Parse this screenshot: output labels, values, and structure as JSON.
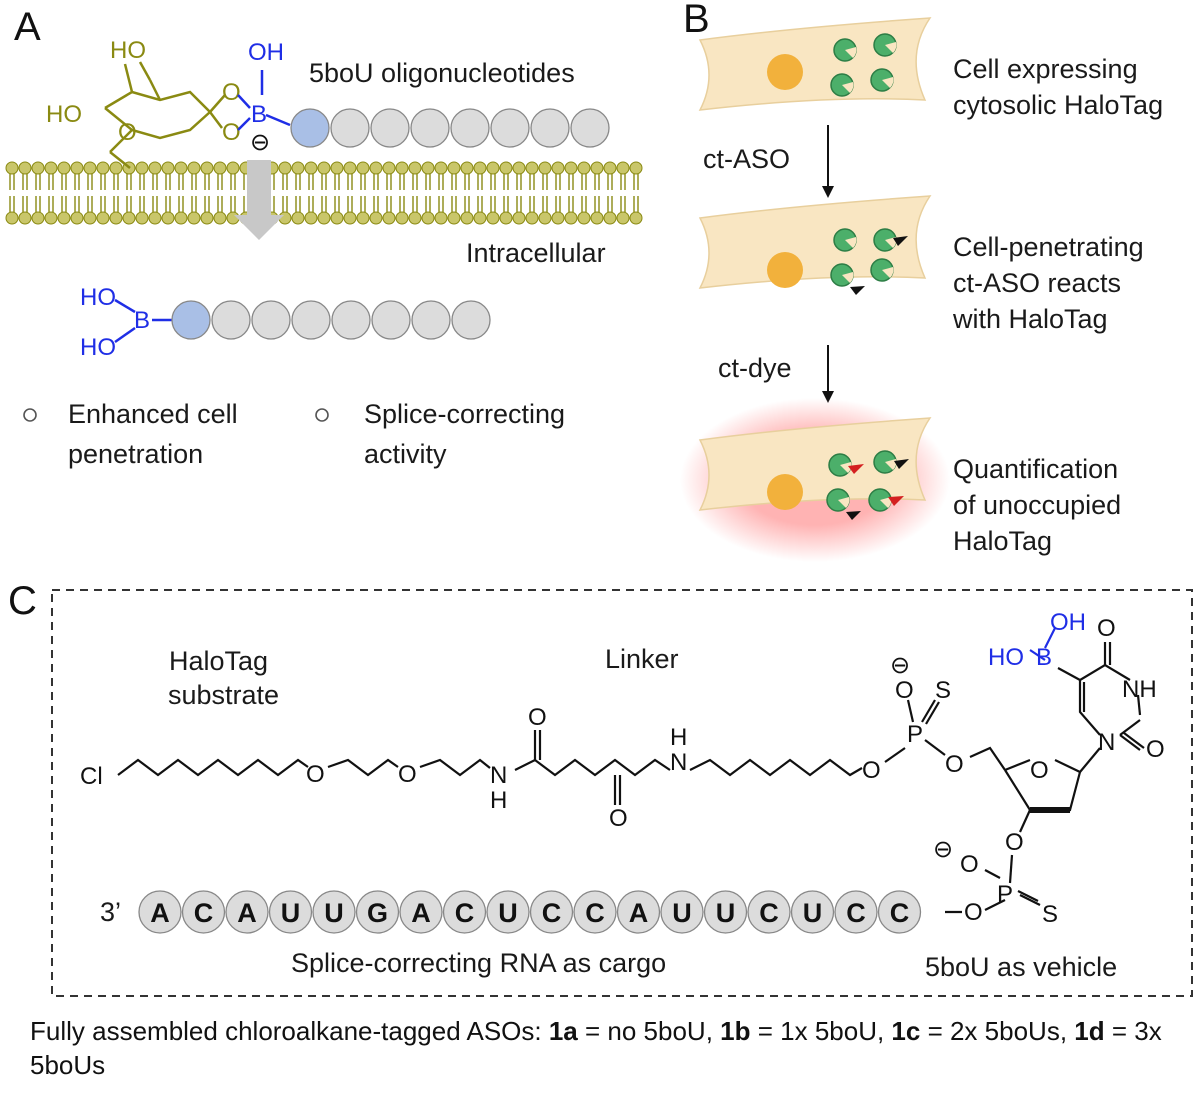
{
  "panels": {
    "a": "A",
    "b": "B",
    "c": "C"
  },
  "panel_a": {
    "title": "5boU oligonucleotides",
    "intracellular": "Intracellular",
    "sugar_oh_top": "HO",
    "sugar_oh_left": "HO",
    "boron_oh": "OH",
    "boron": "B",
    "charge": "⊖",
    "released_ho_top": "HO",
    "released_b": "B",
    "released_ho_bottom": "HO",
    "bullet1_line1": "Enhanced cell",
    "bullet1_line2": "penetration",
    "bullet2_line1": "Splice-correcting",
    "bullet2_line2": "activity"
  },
  "panel_b": {
    "cell1_line1": "Cell expressing",
    "cell1_line2": "cytosolic HaloTag",
    "arrow1": "ct-ASO",
    "cell2_line1": "Cell-penetrating",
    "cell2_line2": "ct-ASO reacts",
    "cell2_line3": "with HaloTag",
    "arrow2": "ct-dye",
    "cell3_line1": "Quantification",
    "cell3_line2": "of unoccupied",
    "cell3_line3": "HaloTag"
  },
  "panel_c": {
    "halotag_line1": "HaloTag",
    "halotag_line2": "substrate",
    "linker": "Linker",
    "cl": "Cl",
    "o1": "O",
    "o2": "O",
    "n1": "N",
    "h1": "H",
    "amide_o1": "O",
    "h2": "H",
    "n2": "N",
    "amide_o2": "O",
    "p_o_link": "O",
    "p1": "P",
    "p1_o": "O",
    "p1_s": "S",
    "p1_charge": "⊖",
    "o5": "O",
    "ring_o": "O",
    "n_base": "N",
    "base_o_top": "O",
    "base_nh": "NH",
    "base_o_right": "O",
    "b_ho": "HO",
    "b_b": "B",
    "b_oh": "OH",
    "o3": "O",
    "p2": "P",
    "p2_o": "O",
    "p2_s": "S",
    "p2_charge": "⊖",
    "p2_o_left": "O",
    "three_prime": "3’",
    "sequence": [
      "A",
      "C",
      "A",
      "U",
      "U",
      "G",
      "A",
      "C",
      "U",
      "C",
      "C",
      "A",
      "U",
      "U",
      "C",
      "U",
      "C",
      "C"
    ],
    "cargo": "Splice-correcting RNA as cargo",
    "vehicle": "5boU as vehicle"
  },
  "caption": {
    "prefix": "Fully assembled chloroalkane-tagged ASOs: ",
    "k1": "1a",
    "v1": " = no 5boU, ",
    "k2": "1b",
    "v2": " = 1x 5boU, ",
    "k3": "1c",
    "v3": " = 2x 5boUs, ",
    "k4": "1d",
    "v4": " = 3x 5boUs"
  },
  "colors": {
    "olive": "#8a8a12",
    "blue": "#1f2ee6",
    "cell": "#f9e6c2",
    "nucleus": "#f2b13c",
    "halotag": "#4caf6a",
    "bead": "#dcdcdc",
    "bead_blue": "#a9bfe6"
  }
}
